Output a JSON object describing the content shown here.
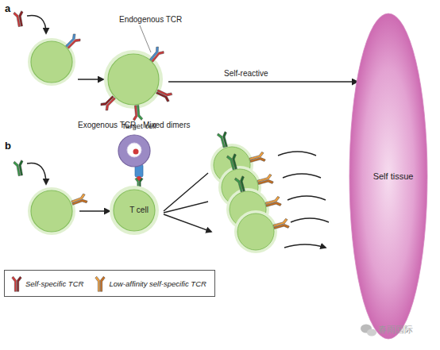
{
  "diagram": {
    "nodes": [
      {
        "text": [
          "Self tissue"
        ]
      },
      {
        "text": [
          "Target cell"
        ]
      },
      {
        "text": [
          "T cell"
        ]
      }
    ],
    "labels": [
      "a",
      "b",
      "Endogenous TCR",
      "Exogenous TCR",
      "Mixed dimers",
      "Self-reactive",
      "春雨国际"
    ],
    "legend": [
      {
        "text": "Self-specific TCR"
      },
      {
        "text": "Low-affinity self-specific TCR"
      }
    ]
  }
}
